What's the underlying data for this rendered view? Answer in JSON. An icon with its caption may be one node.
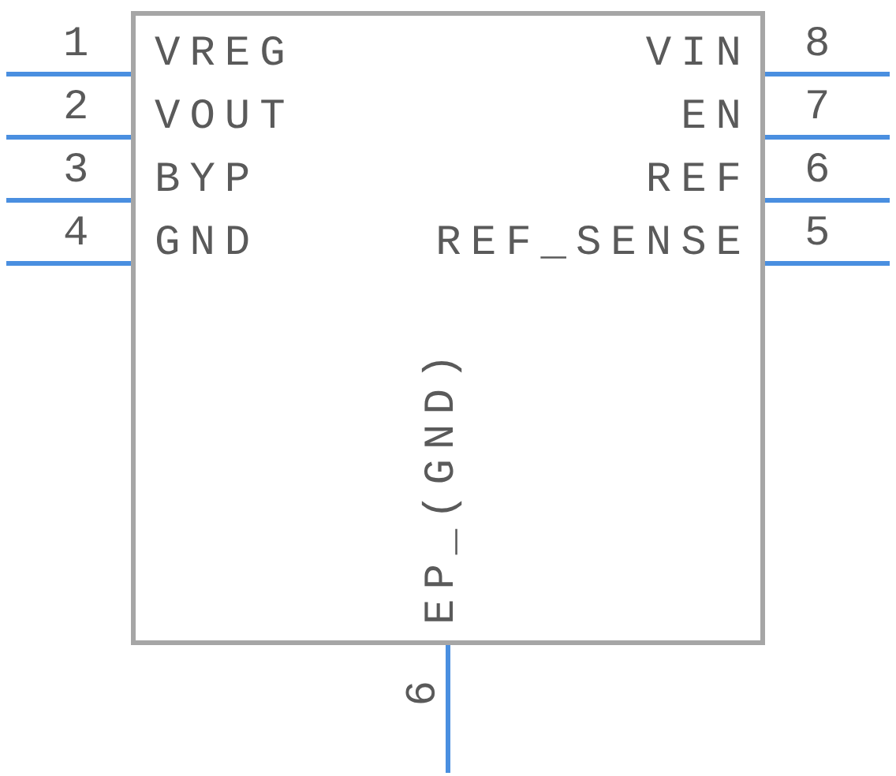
{
  "diagram": {
    "nodes": [
      {
        "text": [
          "VREG",
          "VOUT",
          "BYP",
          "GND",
          "VIN",
          "EN",
          "REF",
          "REF_SENSE",
          "EP_(GND)"
        ]
      }
    ],
    "labels": [
      "1",
      "2",
      "3",
      "4",
      "8",
      "7",
      "6",
      "5",
      "9"
    ]
  }
}
